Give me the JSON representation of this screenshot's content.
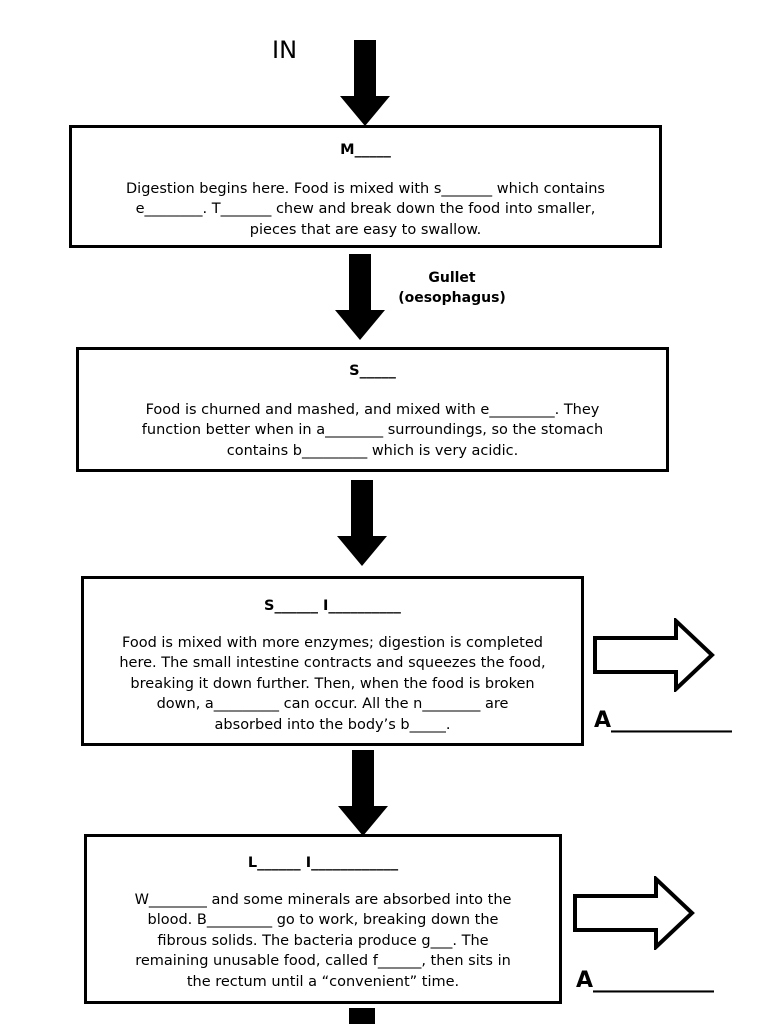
{
  "in_label": "IN",
  "gullet_label_line1": "Gullet",
  "gullet_label_line2": "(oesophagus)",
  "boxes": [
    {
      "heading": "M_____",
      "lines": [
        "Digestion begins here. Food is mixed with s_______ which contains",
        "e________. T_______ chew and break down the food into smaller,",
        "pieces that are easy to swallow."
      ]
    },
    {
      "heading": "S_____",
      "lines": [
        "Food is churned and mashed, and mixed with e_________. They",
        "function better when in a________ surroundings, so the stomach",
        "contains b_________ which is very acidic."
      ]
    },
    {
      "heading": "S______ I__________",
      "lines": [
        "Food is mixed with more enzymes; digestion is completed",
        "here. The small intestine contracts and squeezes the food,",
        "breaking it down further. Then, when the food is broken",
        "down, a_________ can occur. All the n________ are",
        "absorbed into the body’s b_____."
      ]
    },
    {
      "heading": "L______ I____________",
      "lines": [
        "W________  and some minerals are absorbed into the",
        "blood. B_________ go to work, breaking down the",
        "fibrous solids. The bacteria produce g___. The",
        "remaining unusable food, called f______, then sits in",
        "the rectum until a “convenient” time."
      ]
    }
  ],
  "absorption_labels": [
    "A___________",
    "A___________"
  ]
}
